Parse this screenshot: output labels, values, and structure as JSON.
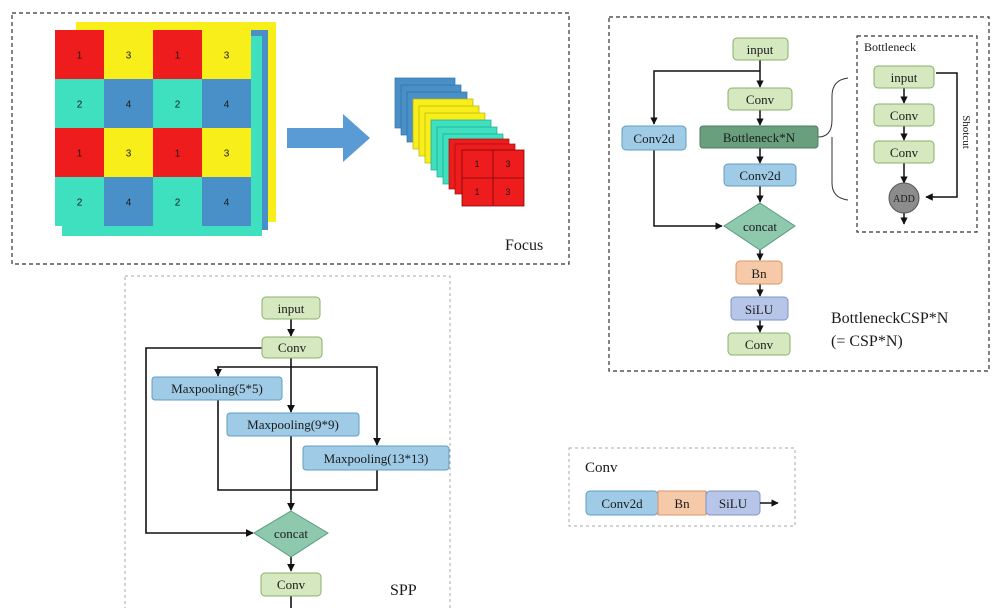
{
  "focus": {
    "title": "Focus",
    "cells": [
      [
        "1",
        "3",
        "1",
        "3"
      ],
      [
        "2",
        "4",
        "2",
        "4"
      ],
      [
        "1",
        "3",
        "1",
        "3"
      ],
      [
        "2",
        "4",
        "2",
        "4"
      ]
    ],
    "output_cells": [
      "1",
      "3",
      "1",
      "3"
    ],
    "colors": {
      "1": "#ee1c1c",
      "2": "#3ee0c0",
      "3": "#f8ef1a",
      "4": "#4a90c8",
      "arrow": "#5b9bd5"
    }
  },
  "csp": {
    "title_line1": "BottleneckCSP*N",
    "title_line2": "(= CSP*N)",
    "nodes": {
      "input": "input",
      "conv_top": "Conv",
      "conv2d_left": "Conv2d",
      "bottleneck": "Bottleneck*N",
      "conv2d_mid": "Conv2d",
      "concat": "concat",
      "bn": "Bn",
      "silu": "SiLU",
      "conv_bottom": "Conv"
    },
    "bottleneck_box": {
      "title": "Bottleneck",
      "input": "input",
      "conv1": "Conv",
      "conv2": "Conv",
      "add": "ADD",
      "shortcut": "Shotcut"
    }
  },
  "spp": {
    "title": "SPP",
    "nodes": {
      "input": "input",
      "conv_top": "Conv",
      "pool5": "Maxpooling(5*5)",
      "pool9": "Maxpooling(9*9)",
      "pool13": "Maxpooling(13*13)",
      "concat": "concat",
      "conv_bottom": "Conv"
    }
  },
  "conv_legend": {
    "title": "Conv",
    "parts": [
      "Conv2d",
      "Bn",
      "SiLU"
    ]
  },
  "colors": {
    "green_fill": "#d5e8c0",
    "green_stroke": "#8ab06a",
    "blue_fill": "#9fcbe6",
    "blue_stroke": "#5f9cc4",
    "teal_fill": "#8ec9ae",
    "teal_stroke": "#5a9a7e",
    "dark_green": "#6a9f7e",
    "orange_fill": "#f6c9a8",
    "orange_stroke": "#d9976a",
    "lavender_fill": "#b7c6e8",
    "lavender_stroke": "#7f93c4",
    "gray_circle": "#8c8c8c"
  }
}
